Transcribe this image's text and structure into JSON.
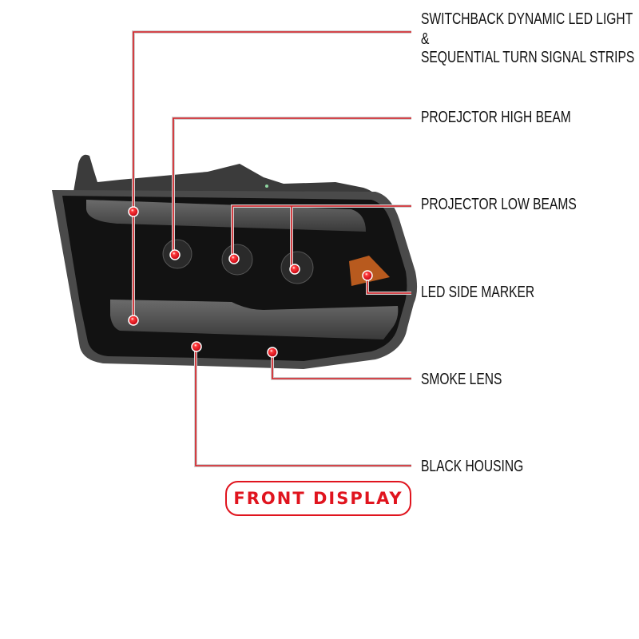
{
  "callouts": [
    {
      "line1": "SWITCHBACK DYNAMIC LED LIGHT",
      "line2": "&",
      "line3": "SEQUENTIAL TURN SIGNAL STRIPS"
    },
    {
      "text": "PROEJCTOR HIGH BEAM"
    },
    {
      "text": "PROJECTOR LOW BEAMS"
    },
    {
      "text": "LED SIDE MARKER"
    },
    {
      "text": "SMOKE LENS"
    },
    {
      "text": "BLACK HOUSING"
    }
  ],
  "button": {
    "label": "FRONT DISPLAY"
  },
  "colors": {
    "accent": "#e0141e",
    "marker": "#d6191f",
    "amber": "#b85a1e"
  }
}
